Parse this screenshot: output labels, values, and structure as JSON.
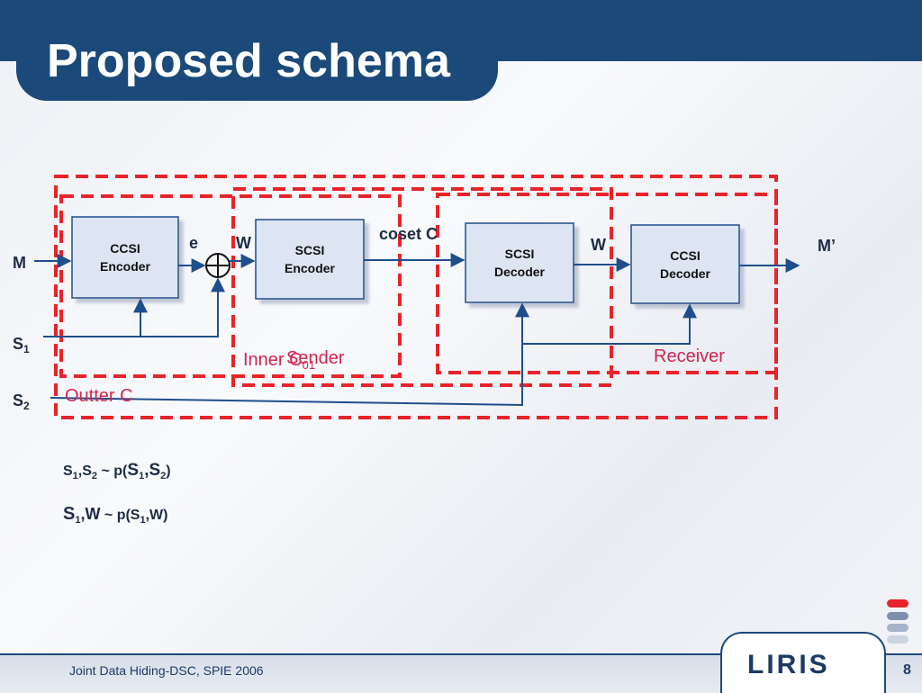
{
  "slide": {
    "title": "Proposed schema"
  },
  "diagram": {
    "blocks": {
      "ccsi_encoder": "CCSI\nEncoder",
      "scsi_encoder": "SCSI\nEncoder",
      "scsi_decoder": "SCSI\nDecoder",
      "ccsi_decoder": "CCSI\nDecoder"
    },
    "signals": {
      "input": "M",
      "output": "M’",
      "error": "e",
      "w": "W",
      "w_hat": "W",
      "coset": "coset C",
      "s1_base": "S",
      "s1_sub": "1",
      "s2_base": "S",
      "s2_sub": "2"
    },
    "regions": {
      "inner": "Inner C",
      "inner_sub": "01",
      "sender": "Sender",
      "receiver": "Receiver",
      "outer": "Outter C"
    },
    "colors": {
      "region_dash": "#e8232a",
      "region_label": "#d4244d",
      "arrow": "#1f4e8c",
      "block_fill": "#dde5f2"
    }
  },
  "equations": {
    "line1": {
      "a": "S",
      "a_sub": "1",
      "comma": ",S",
      "b_sub": "2",
      "tilde": " ~ p(",
      "c": "S",
      "c_sub": "1",
      "d": ",S",
      "d_sub": "2",
      "close": ")"
    },
    "line2": {
      "a": "S",
      "a_sub": "1",
      "b": ",W",
      "tilde": " ~ p(S",
      "c_sub": "1",
      "close": ",W)"
    }
  },
  "footer": {
    "text": "Joint Data Hiding-DSC, SPIE 2006",
    "page": "8",
    "logo": "LIRIS"
  },
  "theme": {
    "primary": "#1b4a7a",
    "accent_pill": "#e8232a"
  }
}
